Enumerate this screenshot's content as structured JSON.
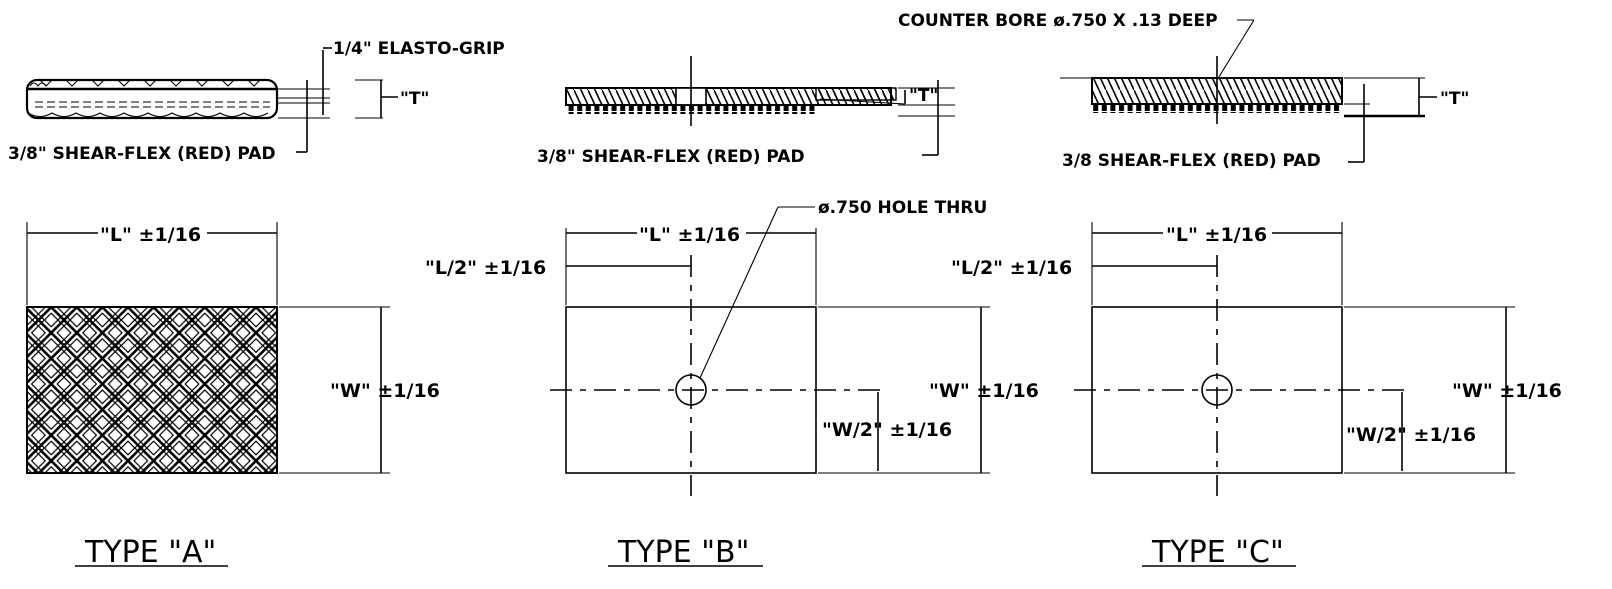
{
  "drawing_title": "",
  "type_a": {
    "title": "TYPE \"A\"",
    "grip_label": "1/4\" ELASTO-GRIP",
    "pad_label": "3/8\" SHEAR-FLEX (RED) PAD",
    "thickness_label": "\"T\"",
    "length_label": "\"L\" ±1/16",
    "width_label": "\"W\" ±1/16"
  },
  "type_b": {
    "title": "TYPE \"B\"",
    "pad_label": "3/8\" SHEAR-FLEX (RED) PAD",
    "thickness_label": "\"T\"",
    "hole_label": "ø.750 HOLE THRU",
    "length_label": "\"L\" ±1/16",
    "half_length_label": "\"L/2\" ±1/16",
    "width_label": "\"W\" ±1/16",
    "half_width_label": "\"W/2\" ±1/16"
  },
  "type_c": {
    "title": "TYPE \"C\"",
    "bore_label": "COUNTER BORE ø.750 X .13 DEEP",
    "pad_label": "3/8 SHEAR-FLEX (RED) PAD",
    "thickness_label": "\"T\"",
    "length_label": "\"L\" ±1/16",
    "half_length_label": "\"L/2\" ±1/16",
    "width_label": "\"W\" ±1/16",
    "half_width_label": "\"W/2\" ±1/16"
  }
}
